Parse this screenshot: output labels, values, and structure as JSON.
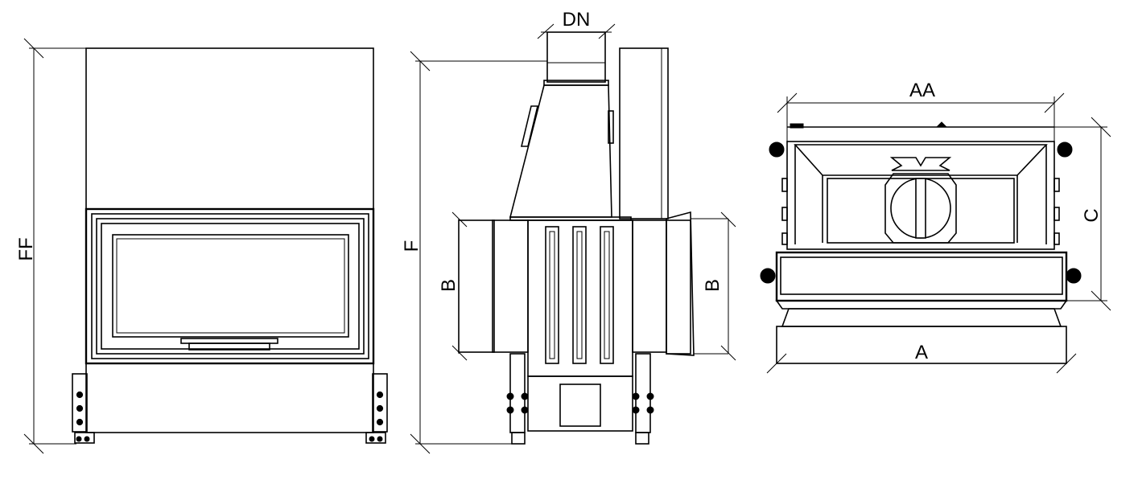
{
  "front_view": {
    "height_label": "FF"
  },
  "side_view": {
    "height_label": "F",
    "flue_label": "DN",
    "left_b_label": "B",
    "right_b_label": "B"
  },
  "top_view": {
    "outer_width_label": "AA",
    "base_width_label": "A",
    "depth_label": "C"
  }
}
